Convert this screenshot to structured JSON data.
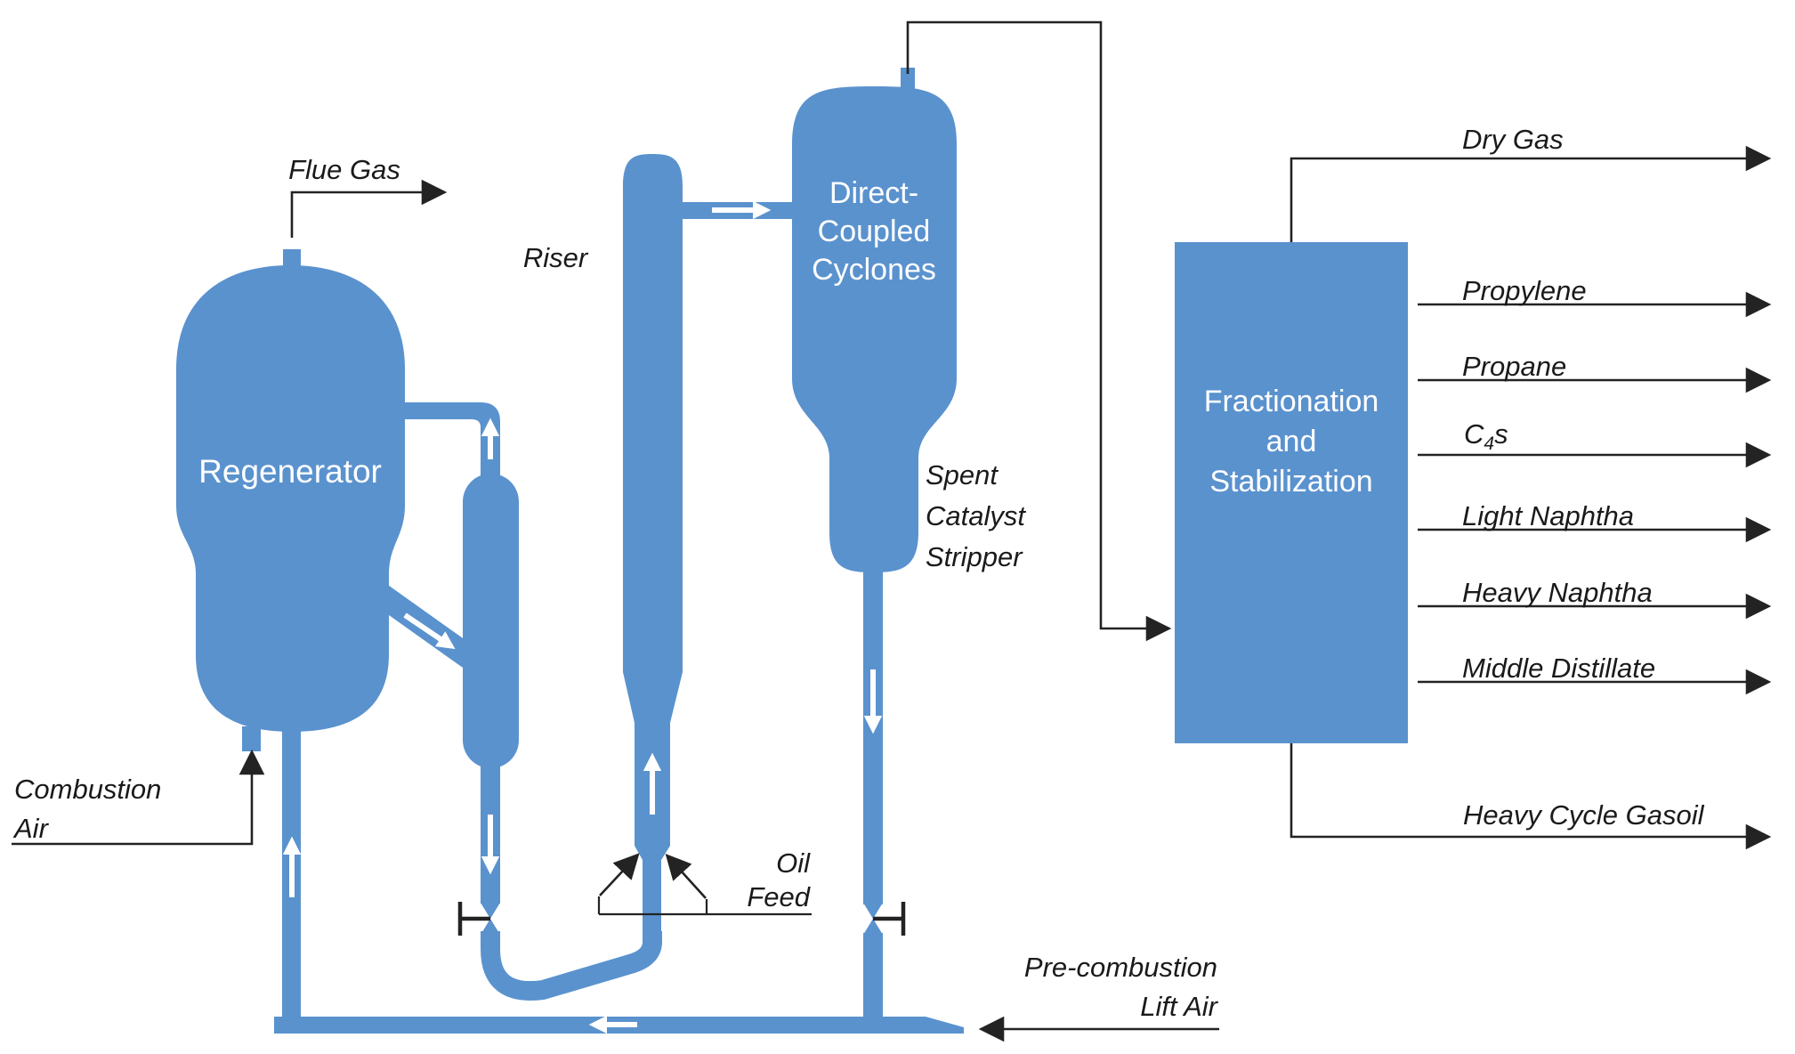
{
  "colors": {
    "vessel_blue": "#5A92CE",
    "line_dark": "#232323",
    "arrow_white": "#ffffff",
    "text_dark": "#1a1a1a",
    "text_white": "#ffffff"
  },
  "vessels": {
    "regenerator": {
      "label": "Regenerator"
    },
    "riser": {
      "label": "Riser"
    },
    "cyclones": {
      "label_lines": [
        "Direct-",
        "Coupled",
        "Cyclones"
      ]
    },
    "stripper": {
      "label_lines": [
        "Spent",
        "Catalyst",
        "Stripper"
      ]
    },
    "fractionator": {
      "label_lines": [
        "Fractionation",
        "and",
        "Stabilization"
      ]
    }
  },
  "streams": {
    "flue_gas": "Flue Gas",
    "combustion_air": [
      "Combustion",
      "Air"
    ],
    "oil_feed": [
      "Oil",
      "Feed"
    ],
    "pre_combustion_lift_air": [
      "Pre-combustion",
      "Lift Air"
    ]
  },
  "products": {
    "dry_gas": "Dry Gas",
    "propylene": "Propylene",
    "propane": "Propane",
    "c4s": {
      "base": "C",
      "sub": "4",
      "tail": "s"
    },
    "light_naphtha": "Light Naphtha",
    "heavy_naphtha": "Heavy Naphtha",
    "middle_distillate": "Middle Distillate",
    "heavy_cycle_gasoil": "Heavy Cycle Gasoil"
  }
}
